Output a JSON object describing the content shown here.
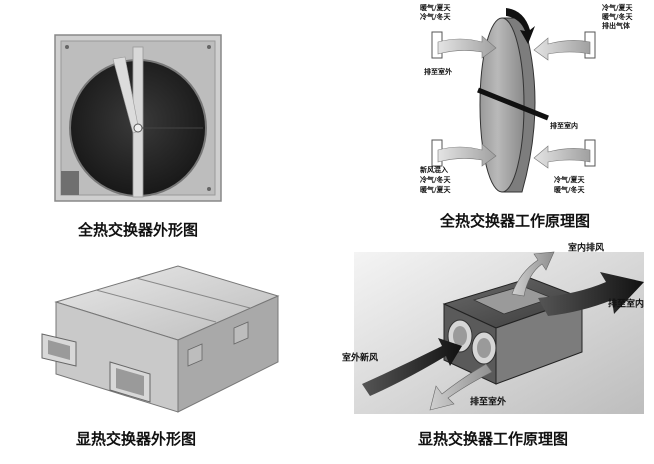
{
  "panels": {
    "total_exterior": {
      "caption": "全热交换器外形图"
    },
    "total_principle": {
      "caption": "全热交换器工作原理图",
      "labels": {
        "top_left_1": "暖气/夏天",
        "top_left_2": "冷气/冬天",
        "top_right_1": "冷气/夏天",
        "top_right_2": "暖气/冬天",
        "top_right_3": "排出气体",
        "exhaust_out": "排至室外",
        "exhaust_in": "排至室内",
        "bottom_left_1": "新风混入",
        "bottom_left_2": "冷气/冬天",
        "bottom_left_3": "暖气/夏天",
        "bottom_right_1": "冷气/夏天",
        "bottom_right_2": "暖气/冬天"
      }
    },
    "sensible_exterior": {
      "caption": "显热交换器外形图"
    },
    "sensible_principle": {
      "caption": "显热交换器工作原理图",
      "labels": {
        "indoor_exhaust": "室内排风",
        "to_indoor": "排至室内",
        "outdoor_fresh": "室外新风",
        "to_outdoor": "排至室外"
      }
    }
  }
}
